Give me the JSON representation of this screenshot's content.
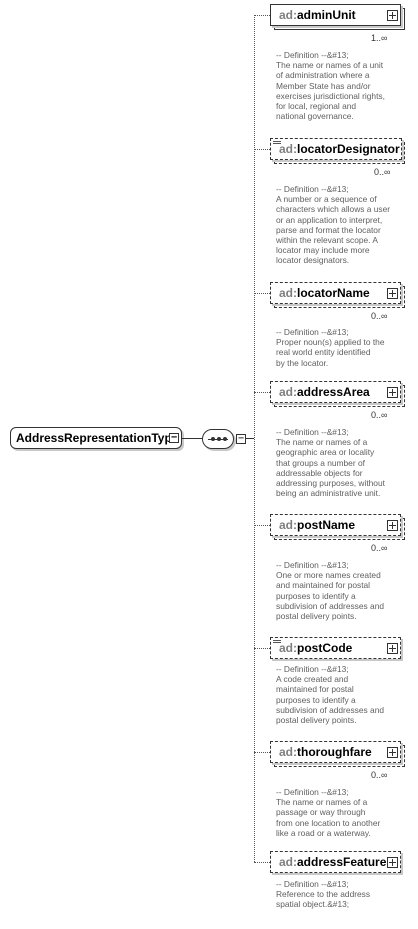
{
  "root": {
    "name": "AddressRepresentationType"
  },
  "elements": [
    {
      "prefix": "ad:",
      "name": "adminUnit",
      "cardinality": "1..∞",
      "definition": "-- Definition --&#13;\nThe name or names of a unit\nof administration where a\nMember State has and/or\nexercises jurisdictional rights,\nfor local, regional and\nnational governance."
    },
    {
      "prefix": "ad:",
      "name": "locatorDesignator",
      "cardinality": "0..∞",
      "definition": "-- Definition --&#13;\nA number or a sequence of\ncharacters which allows a user\nor an application to interpret,\nparse and format the locator\nwithin the relevant scope. A\nlocator may include more\nlocator designators."
    },
    {
      "prefix": "ad:",
      "name": "locatorName",
      "cardinality": "0..∞",
      "definition": "-- Definition --&#13;\nProper noun(s) applied to the\nreal world entity identified\nby the locator."
    },
    {
      "prefix": "ad:",
      "name": "addressArea",
      "cardinality": "0..∞",
      "definition": "-- Definition --&#13;\nThe name or names of a\ngeographic area or locality\nthat groups a number of\naddressable objects for\naddressing purposes, without\nbeing an administrative unit."
    },
    {
      "prefix": "ad:",
      "name": "postName",
      "cardinality": "0..∞",
      "definition": "-- Definition --&#13;\nOne or more names created\nand maintained for postal\npurposes to identify a\nsubdivision of addresses and\npostal delivery points."
    },
    {
      "prefix": "ad:",
      "name": "postCode",
      "cardinality": "",
      "definition": "-- Definition --&#13;\nA code created and\nmaintained for postal\npurposes to identify a\nsubdivision of addresses and\npostal delivery points."
    },
    {
      "prefix": "ad:",
      "name": "thoroughfare",
      "cardinality": "0..∞",
      "definition": "-- Definition --&#13;\nThe name or names of a\npassage or way through\nfrom one location to another\nlike a road or a waterway."
    },
    {
      "prefix": "ad:",
      "name": "addressFeature",
      "cardinality": "",
      "definition": "-- Definition --&#13;\nReference to the address\nspatial object.&#13;"
    }
  ]
}
